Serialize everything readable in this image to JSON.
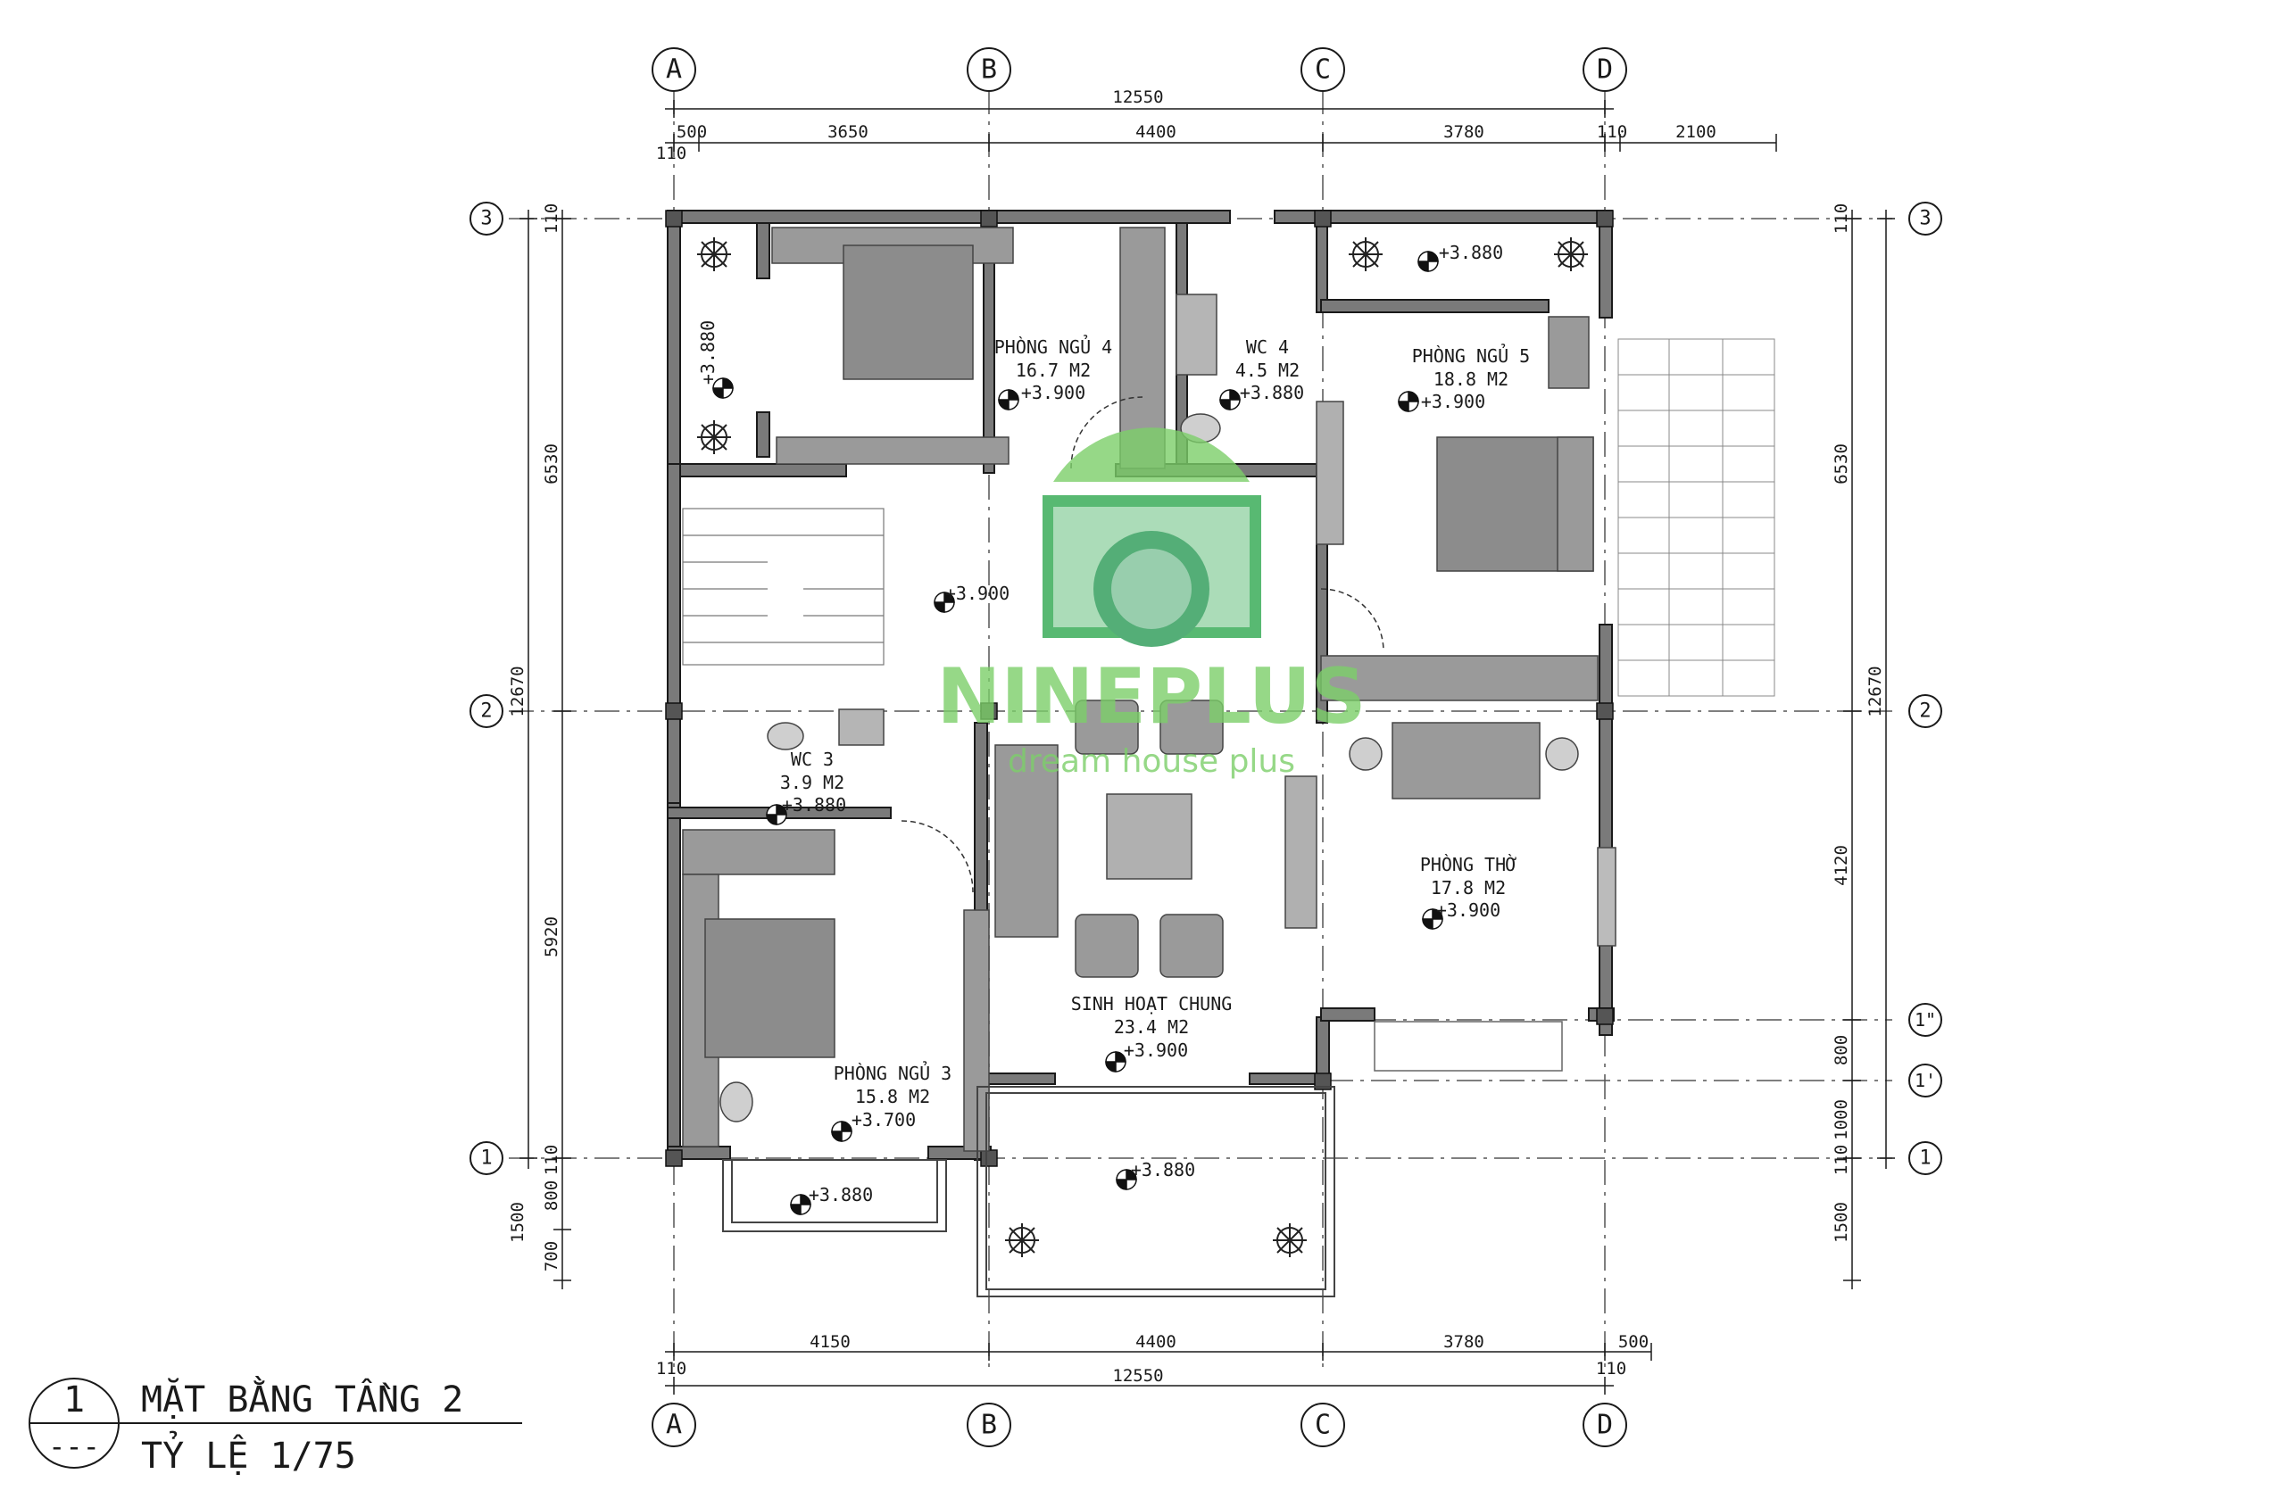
{
  "title": {
    "number": "1",
    "dashes": "---",
    "main": "MẶT BẰNG TẦNG 2",
    "scale": "TỶ LỆ 1/75"
  },
  "axes": {
    "columns": [
      "A",
      "B",
      "C",
      "D"
    ],
    "rows": [
      "3",
      "2",
      "1"
    ],
    "sub_rows": [
      "1\"",
      "1'"
    ]
  },
  "dimensions": {
    "top_total": "12550",
    "top_parts": [
      "500",
      "3650",
      "4400",
      "3780",
      "110",
      "2100"
    ],
    "top_left_offset": "110",
    "bottom_total": "12550",
    "bottom_parts": [
      "4150",
      "4400",
      "3780",
      "500"
    ],
    "bottom_left_offset": "110",
    "bottom_right_offset": "110",
    "left_total": "12670",
    "left_parts": [
      "110",
      "6530",
      "5920",
      "110",
      "800",
      "700"
    ],
    "left_balcony": "1500",
    "right_total": "12670",
    "right_parts": [
      "110",
      "6530",
      "4120",
      "800",
      "1000",
      "110"
    ],
    "right_balcony": "1500"
  },
  "rooms": [
    {
      "name": "PHÒNG NGỦ 4",
      "area": "16.7 M2",
      "level": "+3.900"
    },
    {
      "name": "WC 4",
      "area": "4.5 M2",
      "level": "+3.880"
    },
    {
      "name": "PHÒNG NGỦ 5",
      "area": "18.8 M2",
      "level": "+3.900"
    },
    {
      "name": "WC 3",
      "area": "3.9 M2",
      "level": "+3.880"
    },
    {
      "name": "PHÒNG THỜ",
      "area": "17.8 M2",
      "level": "+3.900"
    },
    {
      "name": "SINH HOẠT CHUNG",
      "area": "23.4 M2",
      "level": "+3.900"
    },
    {
      "name": "PHÒNG NGỦ 3",
      "area": "15.8 M2",
      "level": "+3.700"
    }
  ],
  "levels": {
    "balcony_top_left": "+3.880",
    "balcony_top_right": "+3.880",
    "hall": "+3.900",
    "balcony_bottom_left": "+3.880",
    "balcony_bottom_mid": "+3.880"
  },
  "watermark": {
    "brand": "NINEPLUS",
    "tagline": "dream house plus"
  },
  "colors": {
    "wall": "#3a3a3a",
    "furniture": "#9a9a9a",
    "line": "#1a1a1a",
    "watermark_green": "#2fa84f",
    "watermark_light": "#7ccf6a"
  }
}
